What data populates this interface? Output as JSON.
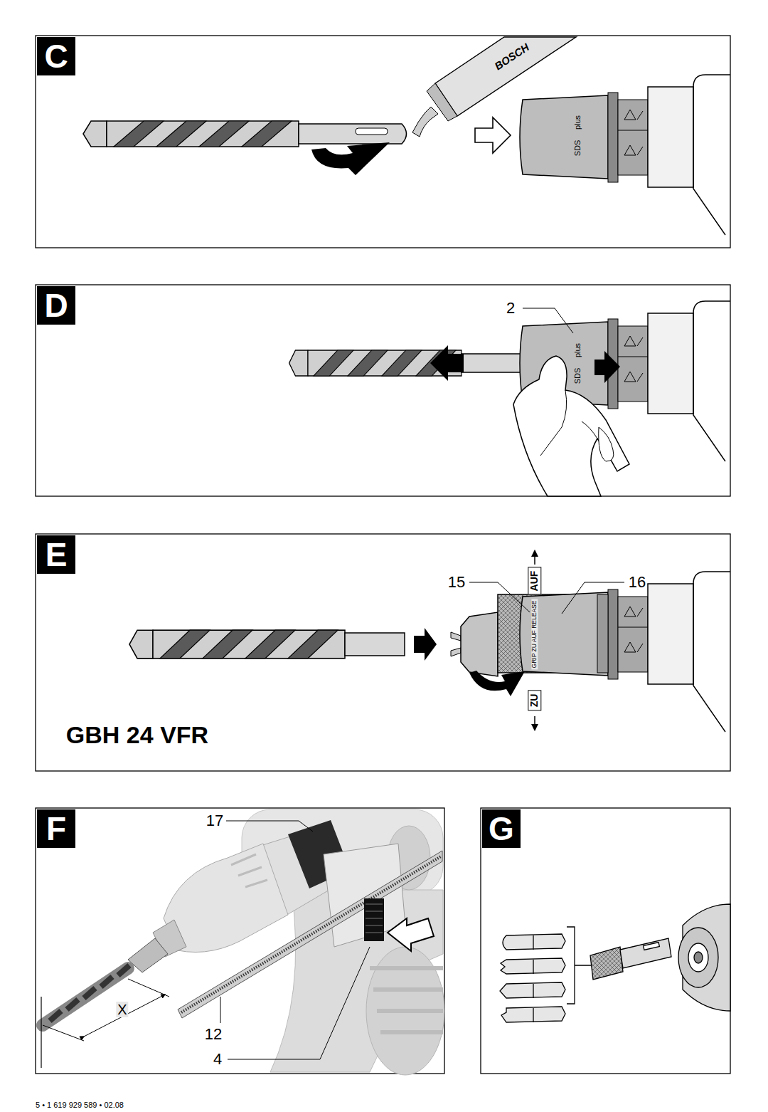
{
  "diagram": {
    "nodes": [
      {
        "text": [
          "C"
        ]
      },
      {
        "text": [
          "D"
        ]
      },
      {
        "text": [
          "E"
        ]
      },
      {
        "text": [
          "F"
        ]
      },
      {
        "text": [
          "G"
        ]
      }
    ],
    "edges": [],
    "labels": [
      "BOSCH",
      "SDS",
      "plus",
      "2",
      "SDS",
      "plus",
      "15",
      "AUF",
      "16",
      "GRIP ZU AUF RELEASE",
      "ZU",
      "GBH 24 VFR",
      "17",
      "X",
      "12",
      "4",
      "5 • 1 619 929 589 • 02.08"
    ]
  }
}
